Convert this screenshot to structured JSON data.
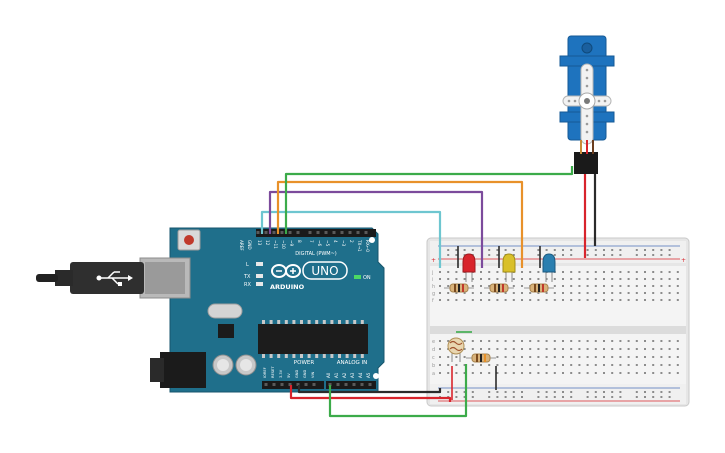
{
  "arduino": {
    "logo_text": "ARDUINO",
    "model": "UNO",
    "digital_header": "DIGITAL (PWM~)",
    "power_label": "POWER",
    "analog_label": "ANALOG IN",
    "on_label": "ON",
    "tx_label": "TX",
    "rx_label": "RX",
    "l_label": "L",
    "aref_label": "AREF",
    "gnd_label": "GND",
    "pin_13": "13",
    "pin_12": "12",
    "pin_11": "~11",
    "pin_10": "~10",
    "pin_9": "~9",
    "pin_8": "8",
    "pin_7": "7",
    "pin_6": "~6",
    "pin_5": "~5",
    "pin_4": "4",
    "pin_3": "~3",
    "pin_2": "2",
    "pin_1": "TX→1",
    "pin_0": "RX←0",
    "power_pins": [
      "IOREF",
      "RESET",
      "3.3V",
      "5V",
      "GND",
      "GND",
      "VIN"
    ],
    "analog_pins": [
      "A0",
      "A1",
      "A2",
      "A3",
      "A4",
      "A5"
    ]
  },
  "breadboard": {
    "plus_label": "+",
    "minus_label": "-",
    "row_letters_top": [
      "j",
      "i",
      "h",
      "g",
      "f"
    ],
    "row_letters_bottom": [
      "e",
      "d",
      "c",
      "b",
      "a"
    ]
  },
  "components": {
    "leds": [
      "red-led",
      "yellow-led",
      "blue-led"
    ],
    "resistor_count": 4,
    "servo": "micro-servo",
    "sensor": "photoresistor"
  },
  "colors": {
    "board": "#1f6f8b",
    "breadboard": "#ececec",
    "wire_cyan": "#6ec6d0",
    "wire_green": "#3cab4a",
    "wire_orange": "#e8912a",
    "wire_purple": "#7c4b9c",
    "wire_red": "#d8242c",
    "wire_black": "#2b2b2b",
    "servo_blue": "#1e73be"
  }
}
